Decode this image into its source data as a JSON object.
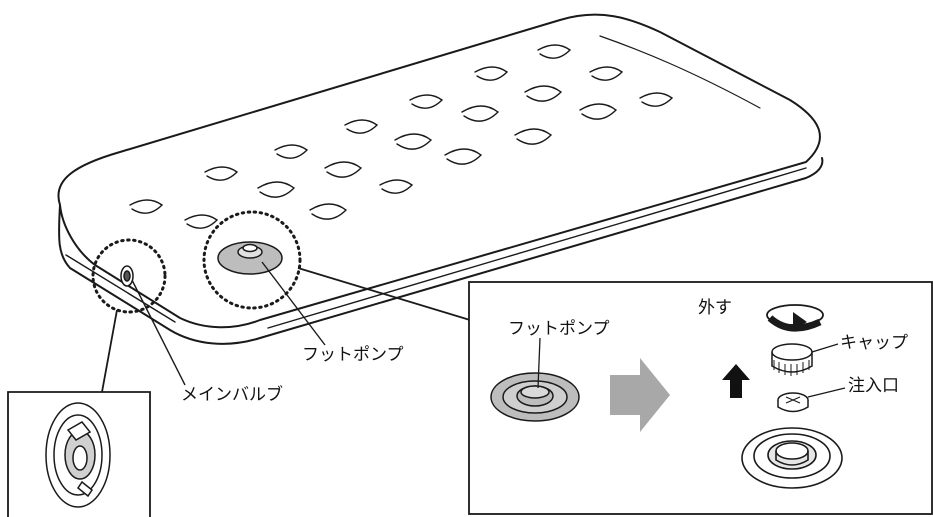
{
  "labels": {
    "foot_pump_main": "フットポンプ",
    "main_valve": "メインバルブ",
    "foot_pump_inset": "フットポンプ",
    "remove": "外す",
    "cap": "キャップ",
    "inlet": "注入口"
  },
  "icons": {
    "step_arrow": "gray-right-arrow-icon",
    "lift_arrow": "black-up-arrow-icon",
    "rotate_arrow": "circular-rotate-arrow-icon"
  },
  "colors": {
    "line": "#1a1a1a",
    "pump_fill": "#bdbdbd",
    "arrow_gray": "#a8a8a8",
    "background": "#ffffff"
  }
}
